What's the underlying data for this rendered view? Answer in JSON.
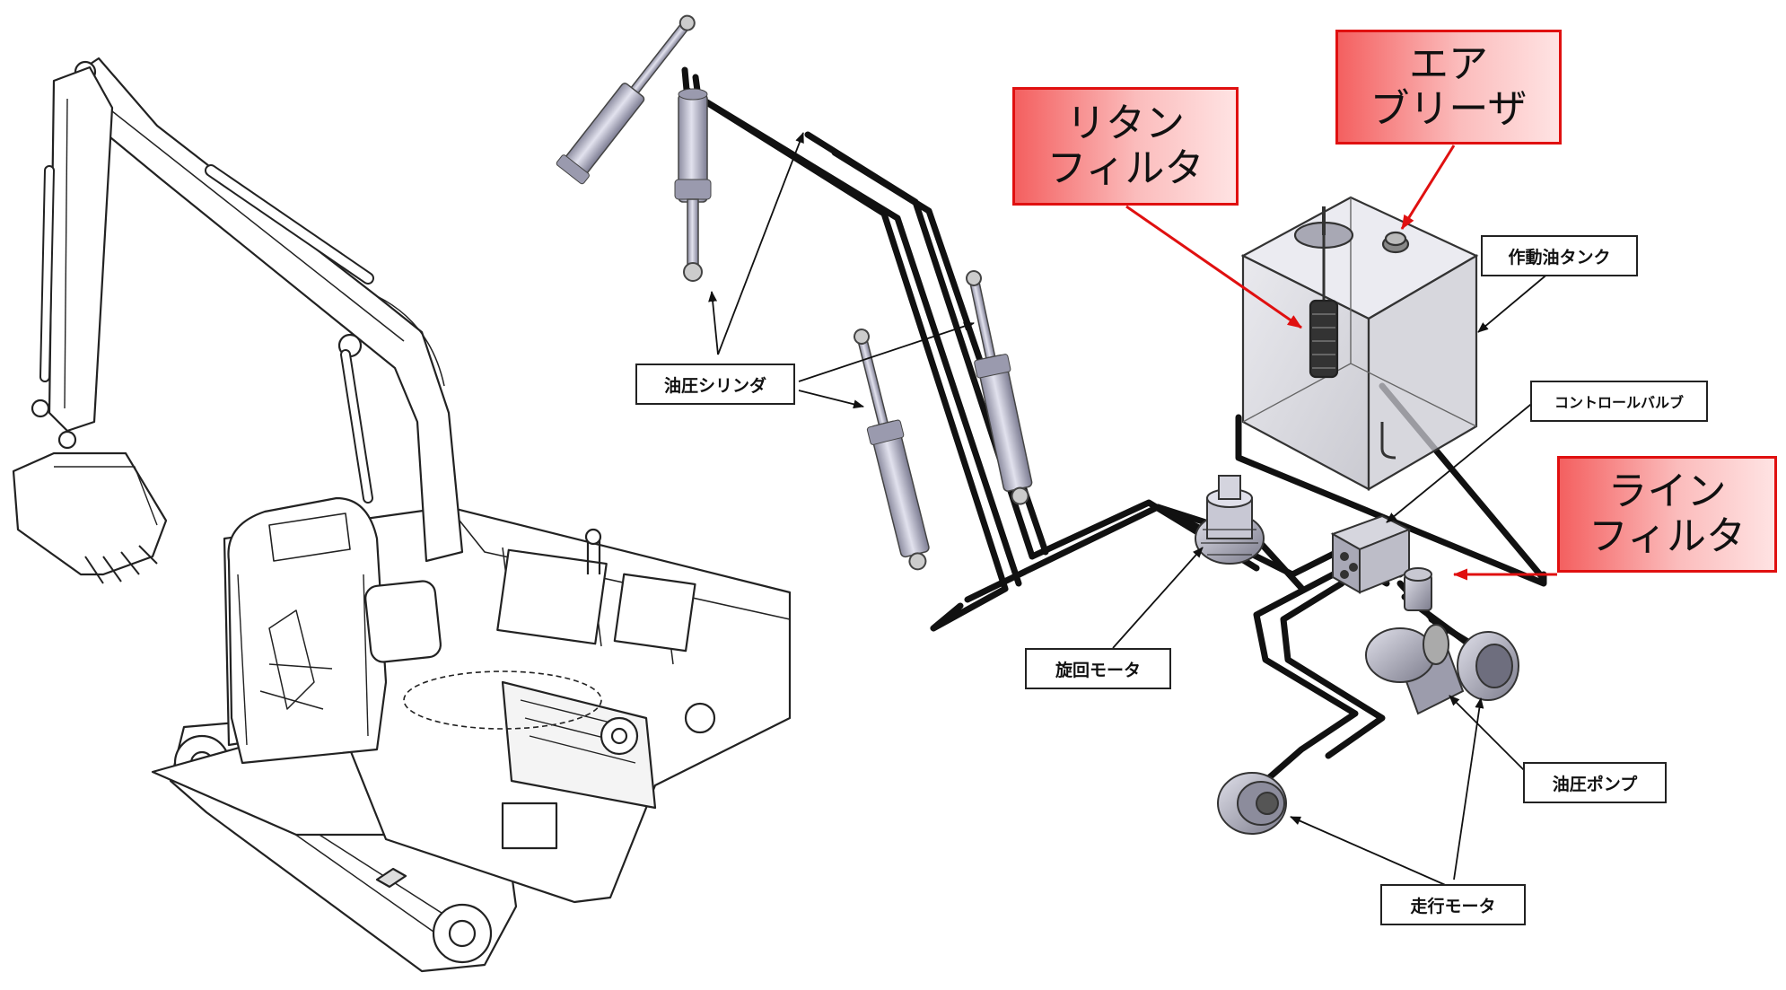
{
  "labels": {
    "hydraulic_cylinder": "油圧シリンダ",
    "hydraulic_tank": "作動油タンク",
    "control_valve": "コントロールバルブ",
    "swing_motor": "旋回モータ",
    "hydraulic_pump": "油圧ポンプ",
    "travel_motor": "走行モータ"
  },
  "callouts": {
    "return_filter": {
      "line1": "リタン",
      "line2": "フィルタ"
    },
    "air_breather": {
      "line1": "エア",
      "line2": "ブリーザ"
    },
    "line_filter": {
      "line1": "ライン",
      "line2": "フィルタ"
    }
  },
  "colors": {
    "callout_border": "#e01010",
    "callout_fill": "#f46060",
    "arrow_red": "#e01010",
    "pipe": "#111111",
    "component": "#b8b8c8"
  }
}
